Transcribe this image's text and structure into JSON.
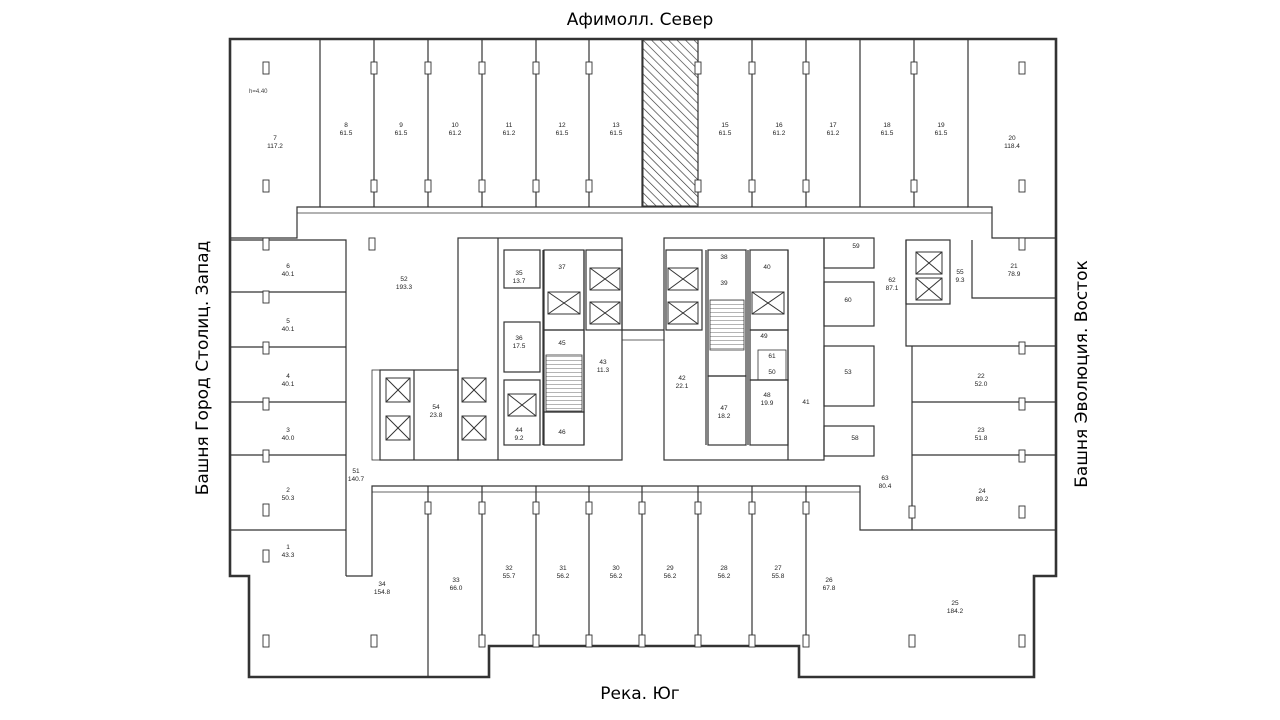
{
  "directions": {
    "north": "Афимолл. Север",
    "south": "Река. Юг",
    "west": "Башня Город Столиц. Запад",
    "east": "Башня Эволюция. Восток"
  },
  "height_note": "h=4.40",
  "rooms": [
    {
      "num": "1",
      "area": "43.3"
    },
    {
      "num": "2",
      "area": "50.3"
    },
    {
      "num": "3",
      "area": "40.0"
    },
    {
      "num": "4",
      "area": "40.1"
    },
    {
      "num": "5",
      "area": "40.1"
    },
    {
      "num": "6",
      "area": "40.1"
    },
    {
      "num": "7",
      "area": "117.2"
    },
    {
      "num": "8",
      "area": "61.5"
    },
    {
      "num": "9",
      "area": "61.5"
    },
    {
      "num": "10",
      "area": "61.2"
    },
    {
      "num": "11",
      "area": "61.2"
    },
    {
      "num": "12",
      "area": "61.5"
    },
    {
      "num": "13",
      "area": "61.5"
    },
    {
      "num": "15",
      "area": "61.5"
    },
    {
      "num": "16",
      "area": "61.2"
    },
    {
      "num": "17",
      "area": "61.2"
    },
    {
      "num": "18",
      "area": "61.5"
    },
    {
      "num": "19",
      "area": "61.5"
    },
    {
      "num": "20",
      "area": "118.4"
    },
    {
      "num": "21",
      "area": "78.9"
    },
    {
      "num": "22",
      "area": "52.0"
    },
    {
      "num": "23",
      "area": "51.8"
    },
    {
      "num": "24",
      "area": "89.2"
    },
    {
      "num": "25",
      "area": "184.2"
    },
    {
      "num": "26",
      "area": "67.8"
    },
    {
      "num": "27",
      "area": "55.8"
    },
    {
      "num": "28",
      "area": "56.2"
    },
    {
      "num": "29",
      "area": "56.2"
    },
    {
      "num": "30",
      "area": "56.2"
    },
    {
      "num": "31",
      "area": "56.2"
    },
    {
      "num": "32",
      "area": "55.7"
    },
    {
      "num": "33",
      "area": "66.0"
    },
    {
      "num": "34",
      "area": "154.8"
    },
    {
      "num": "35",
      "area": "13.7"
    },
    {
      "num": "36",
      "area": "17.5"
    },
    {
      "num": "37",
      "area": ""
    },
    {
      "num": "38",
      "area": ""
    },
    {
      "num": "39",
      "area": ""
    },
    {
      "num": "40",
      "area": ""
    },
    {
      "num": "41",
      "area": ""
    },
    {
      "num": "42",
      "area": "22.1"
    },
    {
      "num": "43",
      "area": "11.3"
    },
    {
      "num": "44",
      "area": "9.2"
    },
    {
      "num": "45",
      "area": ""
    },
    {
      "num": "46",
      "area": ""
    },
    {
      "num": "47",
      "area": "18.2"
    },
    {
      "num": "48",
      "area": "19.9"
    },
    {
      "num": "49",
      "area": ""
    },
    {
      "num": "50",
      "area": ""
    },
    {
      "num": "51",
      "area": "140.7"
    },
    {
      "num": "52",
      "area": "193.3"
    },
    {
      "num": "53",
      "area": ""
    },
    {
      "num": "54",
      "area": "23.8"
    },
    {
      "num": "55",
      "area": "9.3"
    },
    {
      "num": "58",
      "area": ""
    },
    {
      "num": "59",
      "area": ""
    },
    {
      "num": "60",
      "area": ""
    },
    {
      "num": "61",
      "area": ""
    },
    {
      "num": "62",
      "area": "87.1"
    },
    {
      "num": "63",
      "area": "80.4"
    }
  ]
}
